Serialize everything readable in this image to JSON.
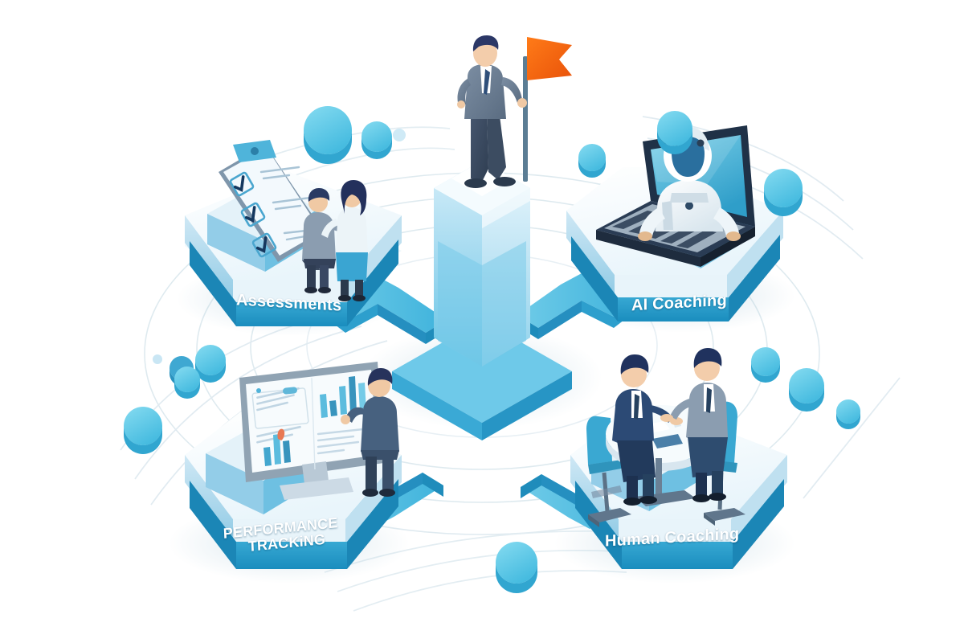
{
  "illustration": {
    "title": "Coaching ecosystem isometric diagram",
    "background_color": "#ffffff",
    "style": "isometric 3d flat illustration"
  },
  "center": {
    "name": "central-podium",
    "figure": "businessman-with-flag",
    "flag_color": "#f4620f",
    "suit_color": "#5f7186",
    "podium_color_top": "#eaf6fc",
    "podium_color_body": "#8fd0ea"
  },
  "palette": {
    "band_blue": "#2196c8",
    "arrow_blue": "#45b9de",
    "platform_light": "#f2fafd",
    "platform_mid": "#a8d4e8",
    "orb_cyan": "#4ec8e8",
    "accent_orange": "#f4620f",
    "label_text": "#ffffff",
    "orbit_line": "#dfeaf0"
  },
  "pillars": [
    {
      "id": "assessments",
      "label": "Assessments",
      "position": "top-left",
      "icon": "clipboard-checklist-icon",
      "scene": "two people reviewing a giant clipboard with three checkmarks",
      "checkmarks": 3
    },
    {
      "id": "ai-coaching",
      "label": "AI Coaching",
      "position": "top-right",
      "icon": "laptop-robot-icon",
      "scene": "white humanoid robot emerging from a laptop screen"
    },
    {
      "id": "performance-tracking",
      "label_line1": "PERFORMANCE",
      "label_line2": "TRACKiNG",
      "position": "bottom-left",
      "icon": "dashboard-monitor-icon",
      "scene": "man pointing at a monitor showing bar charts and reports"
    },
    {
      "id": "human-coaching",
      "label": "Human Coaching",
      "position": "bottom-right",
      "icon": "meeting-table-icon",
      "scene": "two people in suits talking across a round table on teal chairs"
    }
  ],
  "decor": {
    "orbs_label": "floating octagonal orbs",
    "orb_count": 14,
    "orbit_rings_label": "faint concentric orbit rings",
    "arrows_label": "four arrows converging to center"
  }
}
